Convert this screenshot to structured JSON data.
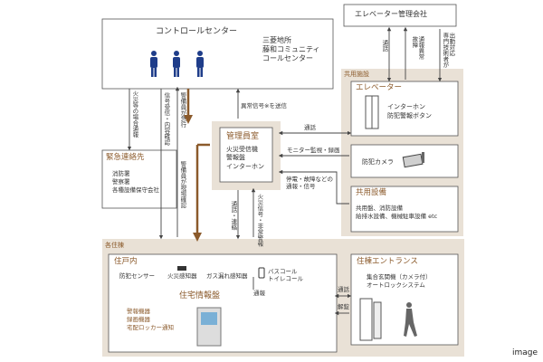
{
  "nodes": {
    "control_center": "コントロールセンター",
    "mitsubishi": [
      "三菱地所",
      "藤和コミュニティ",
      "コールセンター"
    ],
    "elevator_company": "エレベーター管理会社",
    "kyoyo_shisetsu": "共用施設",
    "elevator": "エレベーター",
    "elevator_items": [
      "インターホン",
      "防犯警報ボタン"
    ],
    "camera": "防犯カメラ",
    "kyoyo_setsubi": "共用設備",
    "kyoyo_setsubi_items": [
      "共用盤、消防設備",
      "給排水設備、機械駐車設備 etc"
    ],
    "kanri": "管理員室",
    "kanri_items": [
      "火災受信機",
      "警報盤",
      "インターホン"
    ],
    "kinkyu": "緊急連絡先",
    "kinkyu_items": [
      "消防署",
      "警察署",
      "各種設備保守会社"
    ],
    "kaku_jutou": "各住棟",
    "jukonai": "住戸内",
    "sensors": [
      "防犯センサー",
      "火災感知器",
      "ガス漏れ感知器"
    ],
    "bath_call": [
      "バスコール",
      "トイレコール"
    ],
    "tsuho": "通報",
    "jutaku_johoban": "住宅情報盤",
    "johoban_items": [
      "警報機器",
      "録画機器",
      "宅配ロッカー通知"
    ],
    "entrance": "住棟エントランス",
    "entrance_items": [
      "集合玄関機（カメラ付）",
      "オートロックシステム"
    ],
    "watermark": "image"
  },
  "links": {
    "kasai_tsuho": "火災等の場合通報",
    "shingo_juushin": "信号受信・内容確認",
    "keibiin_kyuukou": "警備員が急行",
    "keibiin_genba": "警備員が現場確認",
    "ijou_shingo": "異常信号※を送信",
    "tsuwa_top": "通話",
    "kosho": "故障",
    "tsuho_ijo": "通報異常",
    "senmon": "専門技術者が",
    "shutsudo": "出動対応",
    "tsuwa_elev": "通話",
    "monitor": "モニター監視・録画",
    "teiden": "停電・故障などの",
    "teiden2": "通報・信号",
    "tsuwa_renraku": "通話・連絡",
    "kasai_shingo": "火災信号・非常警報",
    "tsuwa_ent": "通話",
    "kaijo": "解錠"
  },
  "colors": {
    "accent": "#8b5a2b",
    "panel": "#e9e1d6",
    "line": "#444444"
  }
}
